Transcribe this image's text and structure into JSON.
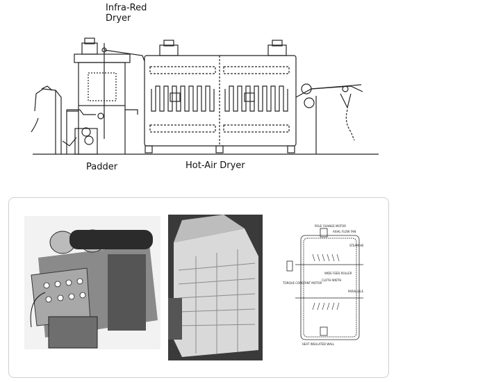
{
  "labels": {
    "infra_red_dryer_line1": "Infra-Red",
    "infra_red_dryer_line2": "Dryer",
    "padder": "Padder",
    "hot_air_dryer": "Hot-Air Dryer"
  },
  "schematic_labels": {
    "pole_change_motor": "POLE CHANGE MOTOR",
    "axial_flow_fan": "AXIAL FLOW FAN",
    "steam_hx": "STEAM HE",
    "wide_feed_roller": "WIDE FEED ROLLER",
    "cloth_width": "CLOTH WIDTH",
    "torque_constant_motor": "TORQUE CONSTANT MOTOR",
    "parallele": "PARALLELE",
    "heat_insulated_wall": "HEAT INSULATED WALL"
  },
  "colors": {
    "line": "#222222",
    "panel_border": "#cfcfcf",
    "photo_bg_dark": "#3a3a3a",
    "machine_gray": "#8a8a8a"
  }
}
